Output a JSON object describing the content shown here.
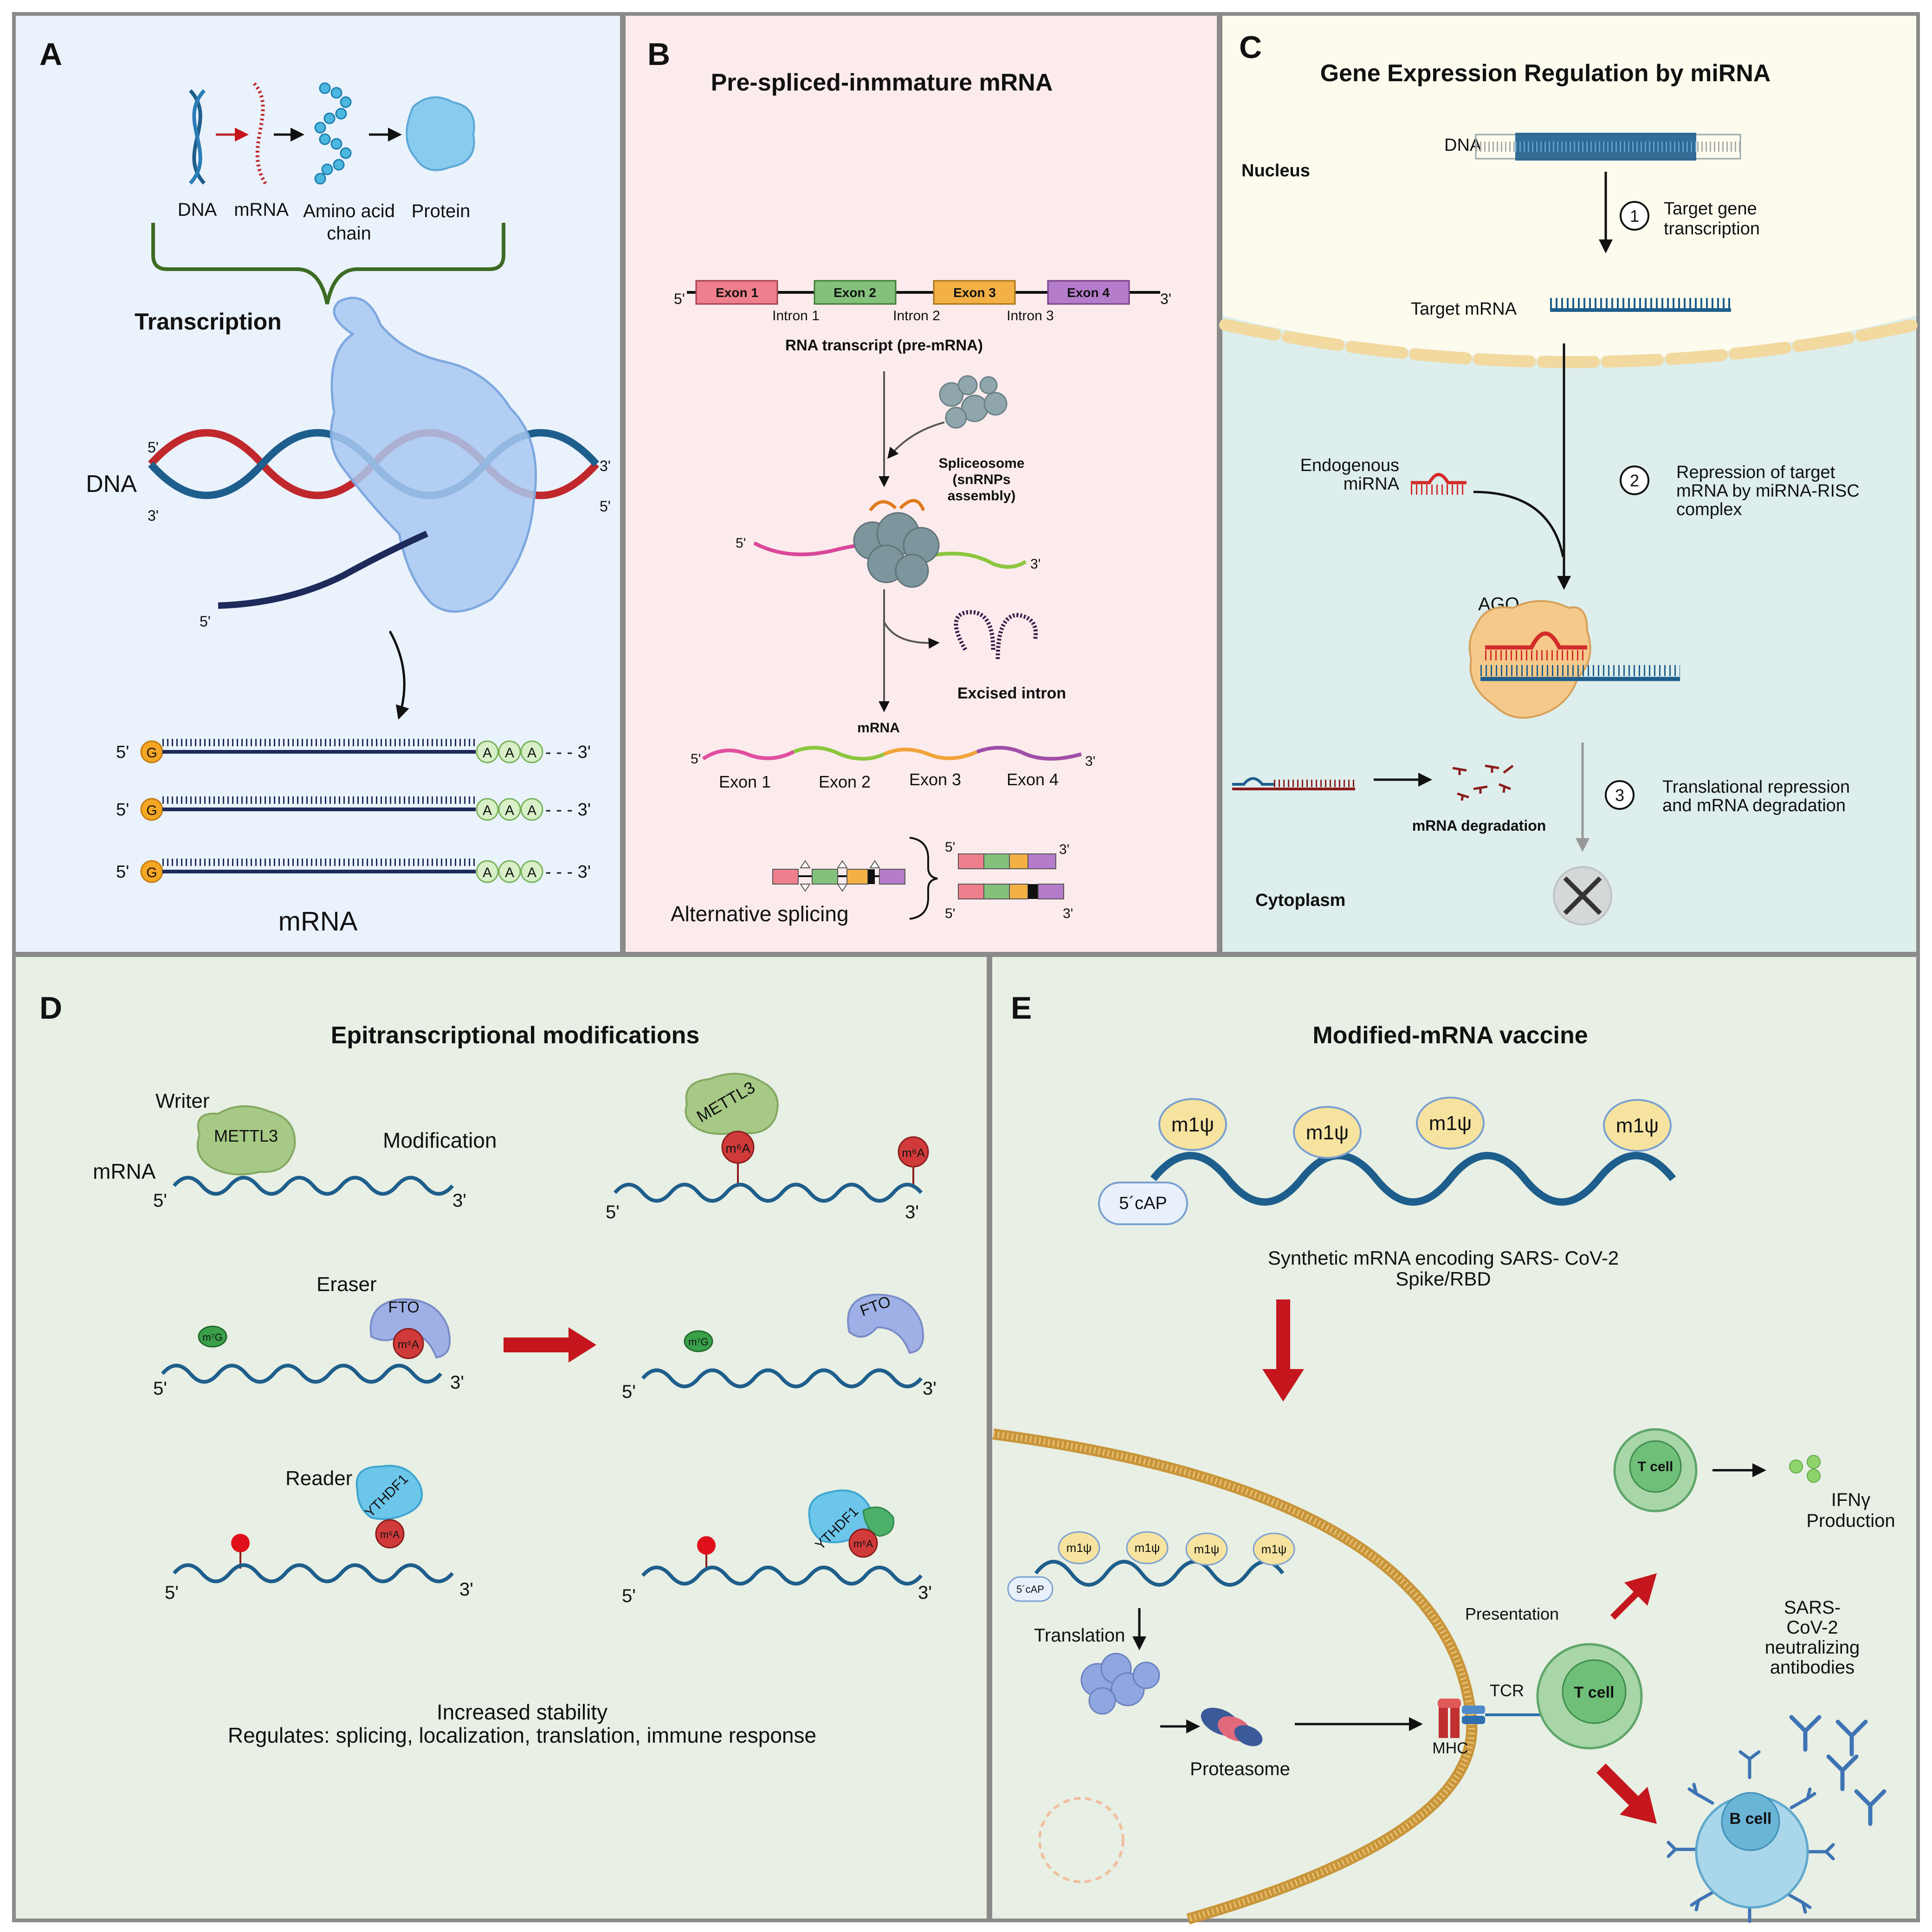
{
  "panelA": {
    "letter": "A",
    "flow": {
      "dna": "DNA",
      "mrna": "mRNA",
      "amino_1": "Amino acid",
      "amino_2": "chain",
      "protein": "Protein"
    },
    "transcription": "Transcription",
    "dna_label": "DNA",
    "ends": {
      "five": "5'",
      "three": "3'"
    },
    "cap": "G",
    "polyA": "A",
    "tail_end": "- - - 3'",
    "mrna_title": "mRNA"
  },
  "panelB": {
    "letter": "B",
    "title": "Pre-spliced-inmmature mRNA",
    "exons": [
      "Exon 1",
      "Exon 2",
      "Exon 3",
      "Exon 4"
    ],
    "introns": [
      "Intron 1",
      "Intron 2",
      "Intron 3"
    ],
    "transcript_label": "RNA transcript (pre-mRNA)",
    "spliceosome": [
      "Spliceosome",
      "(snRNPs",
      "assembly)"
    ],
    "excised": "Excised intron",
    "mrna": "mRNA",
    "alt_splicing": "Alternative splicing"
  },
  "panelC": {
    "letter": "C",
    "title": "Gene Expression Regulation by miRNA",
    "nucleus": "Nucleus",
    "dna": "DNA",
    "step1": {
      "num": "1",
      "line1": "Target gene",
      "line2": "transcription"
    },
    "target_mrna": "Target mRNA",
    "endo_1": "Endogenous",
    "endo_2": "miRNA",
    "step2": {
      "num": "2",
      "line1": "Repression of target",
      "line2": "mRNA by miRNA-RISC",
      "line3": "complex"
    },
    "ago": "AGO",
    "degradation": "mRNA degradation",
    "step3": {
      "num": "3",
      "line1": "Translational repression",
      "line2": "and mRNA degradation"
    },
    "cytoplasm": "Cytoplasm"
  },
  "panelD": {
    "letter": "D",
    "title": "Epitranscriptional modifications",
    "writer": "Writer",
    "mettl3": "METTL3",
    "modification": "Modification",
    "mrna": "mRNA",
    "eraser": "Eraser",
    "fto": "FTO",
    "reader": "Reader",
    "ythdf1": "YTHDF1",
    "m6a": "m⁶A",
    "m7g": "m⁷G",
    "footer_1": "Increased stability",
    "footer_2": "Regulates: splicing, localization, translation, immune response"
  },
  "panelE": {
    "letter": "E",
    "title": "Modified-mRNA vaccine",
    "m1psi": "m1ψ",
    "cap": "5´cAP",
    "synthetic_1": "Synthetic mRNA encoding SARS- CoV-2",
    "synthetic_2": "Spike/RBD",
    "translation": "Translation",
    "proteasome": "Proteasome",
    "presentation": "Presentation",
    "tcr": "TCR",
    "mhc": "MHC",
    "tcell": "T cell",
    "bcell": "B cell",
    "ifn_1": "IFNγ",
    "ifn_2": "Production",
    "sars": [
      "SARS-",
      "CoV-2",
      "neutralizing",
      "antibodies"
    ]
  },
  "colors": {
    "panelA_bg": "#eaf2fc",
    "panelB_bg": "#fcebec",
    "panelC_bg": "#ddeeec",
    "nucleus_bg": "#fcfbee",
    "panelDE_bg": "#e8efe4",
    "border": "#8a8a8a",
    "dna_blue": "#1e5e8c",
    "dna_red": "#c0282c",
    "polymerase": "#a8c8f0",
    "exon1": "#ef7f8c",
    "exon2": "#84c27c",
    "exon3": "#f2b045",
    "exon4": "#b57ccb",
    "arrow_red": "#c4161c",
    "membrane": "#c9953a"
  }
}
